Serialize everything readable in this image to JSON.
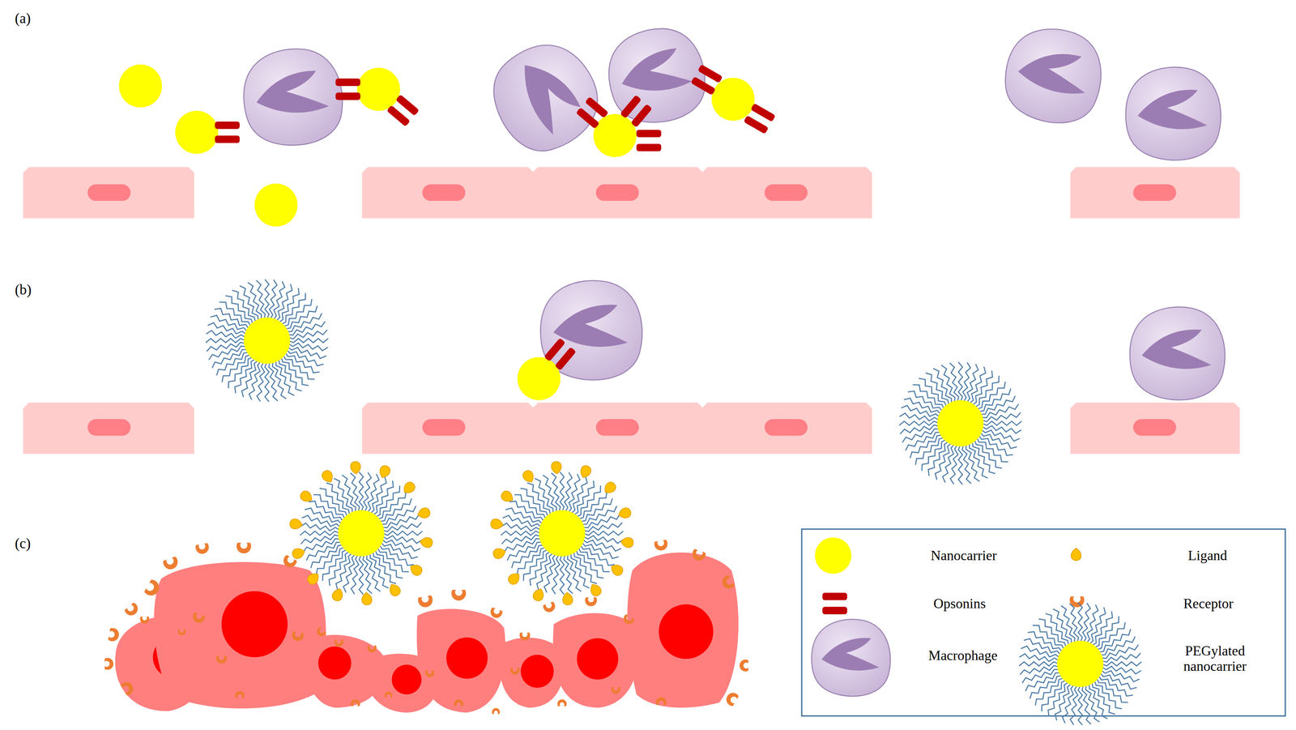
{
  "diagram": {
    "labels": [
      "(a)",
      "(b)",
      "(c)"
    ],
    "legend": [
      {
        "text": "Nanocarrier"
      },
      {
        "text": "Ligand"
      },
      {
        "text": "Opsonins"
      },
      {
        "text": "Receptor"
      },
      {
        "text": "Macrophage"
      },
      {
        "text": "PEGylated nanocarrier"
      }
    ]
  }
}
